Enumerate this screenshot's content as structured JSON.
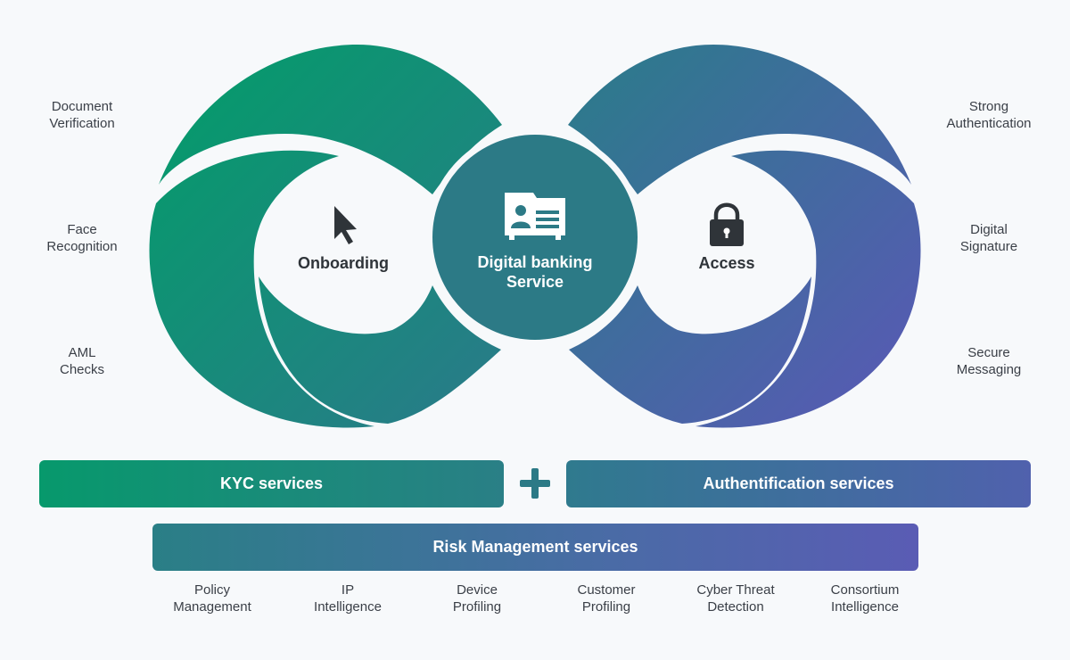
{
  "center": {
    "line1": "Digital banking",
    "line2": "Service"
  },
  "loops": {
    "left": {
      "title": "Onboarding",
      "icon": "cursor-arrow-icon"
    },
    "right": {
      "title": "Access",
      "icon": "padlock-icon"
    }
  },
  "left_labels": [
    {
      "line1": "Document",
      "line2": "Verification"
    },
    {
      "line1": "Face",
      "line2": "Recognition"
    },
    {
      "line1": "AML",
      "line2": "Checks"
    }
  ],
  "right_labels": [
    {
      "line1": "Strong",
      "line2": "Authentication"
    },
    {
      "line1": "Digital",
      "line2": "Signature"
    },
    {
      "line1": "Secure",
      "line2": "Messaging"
    }
  ],
  "bars": {
    "kyc": "KYC services",
    "auth": "Authentification services",
    "risk": "Risk Management services"
  },
  "risk_items": [
    {
      "line1": "Policy",
      "line2": "Management"
    },
    {
      "line1": "IP",
      "line2": "Intelligence"
    },
    {
      "line1": "Device",
      "line2": "Profiling"
    },
    {
      "line1": "Customer",
      "line2": "Profiling"
    },
    {
      "line1": "Cyber Threat",
      "line2": "Detection"
    },
    {
      "line1": "Consortium",
      "line2": "Intelligence"
    }
  ],
  "colors": {
    "green": "#07996c",
    "teal": "#2c7a86",
    "indigo": "#5a5cb4",
    "text": "#3a3f47"
  }
}
